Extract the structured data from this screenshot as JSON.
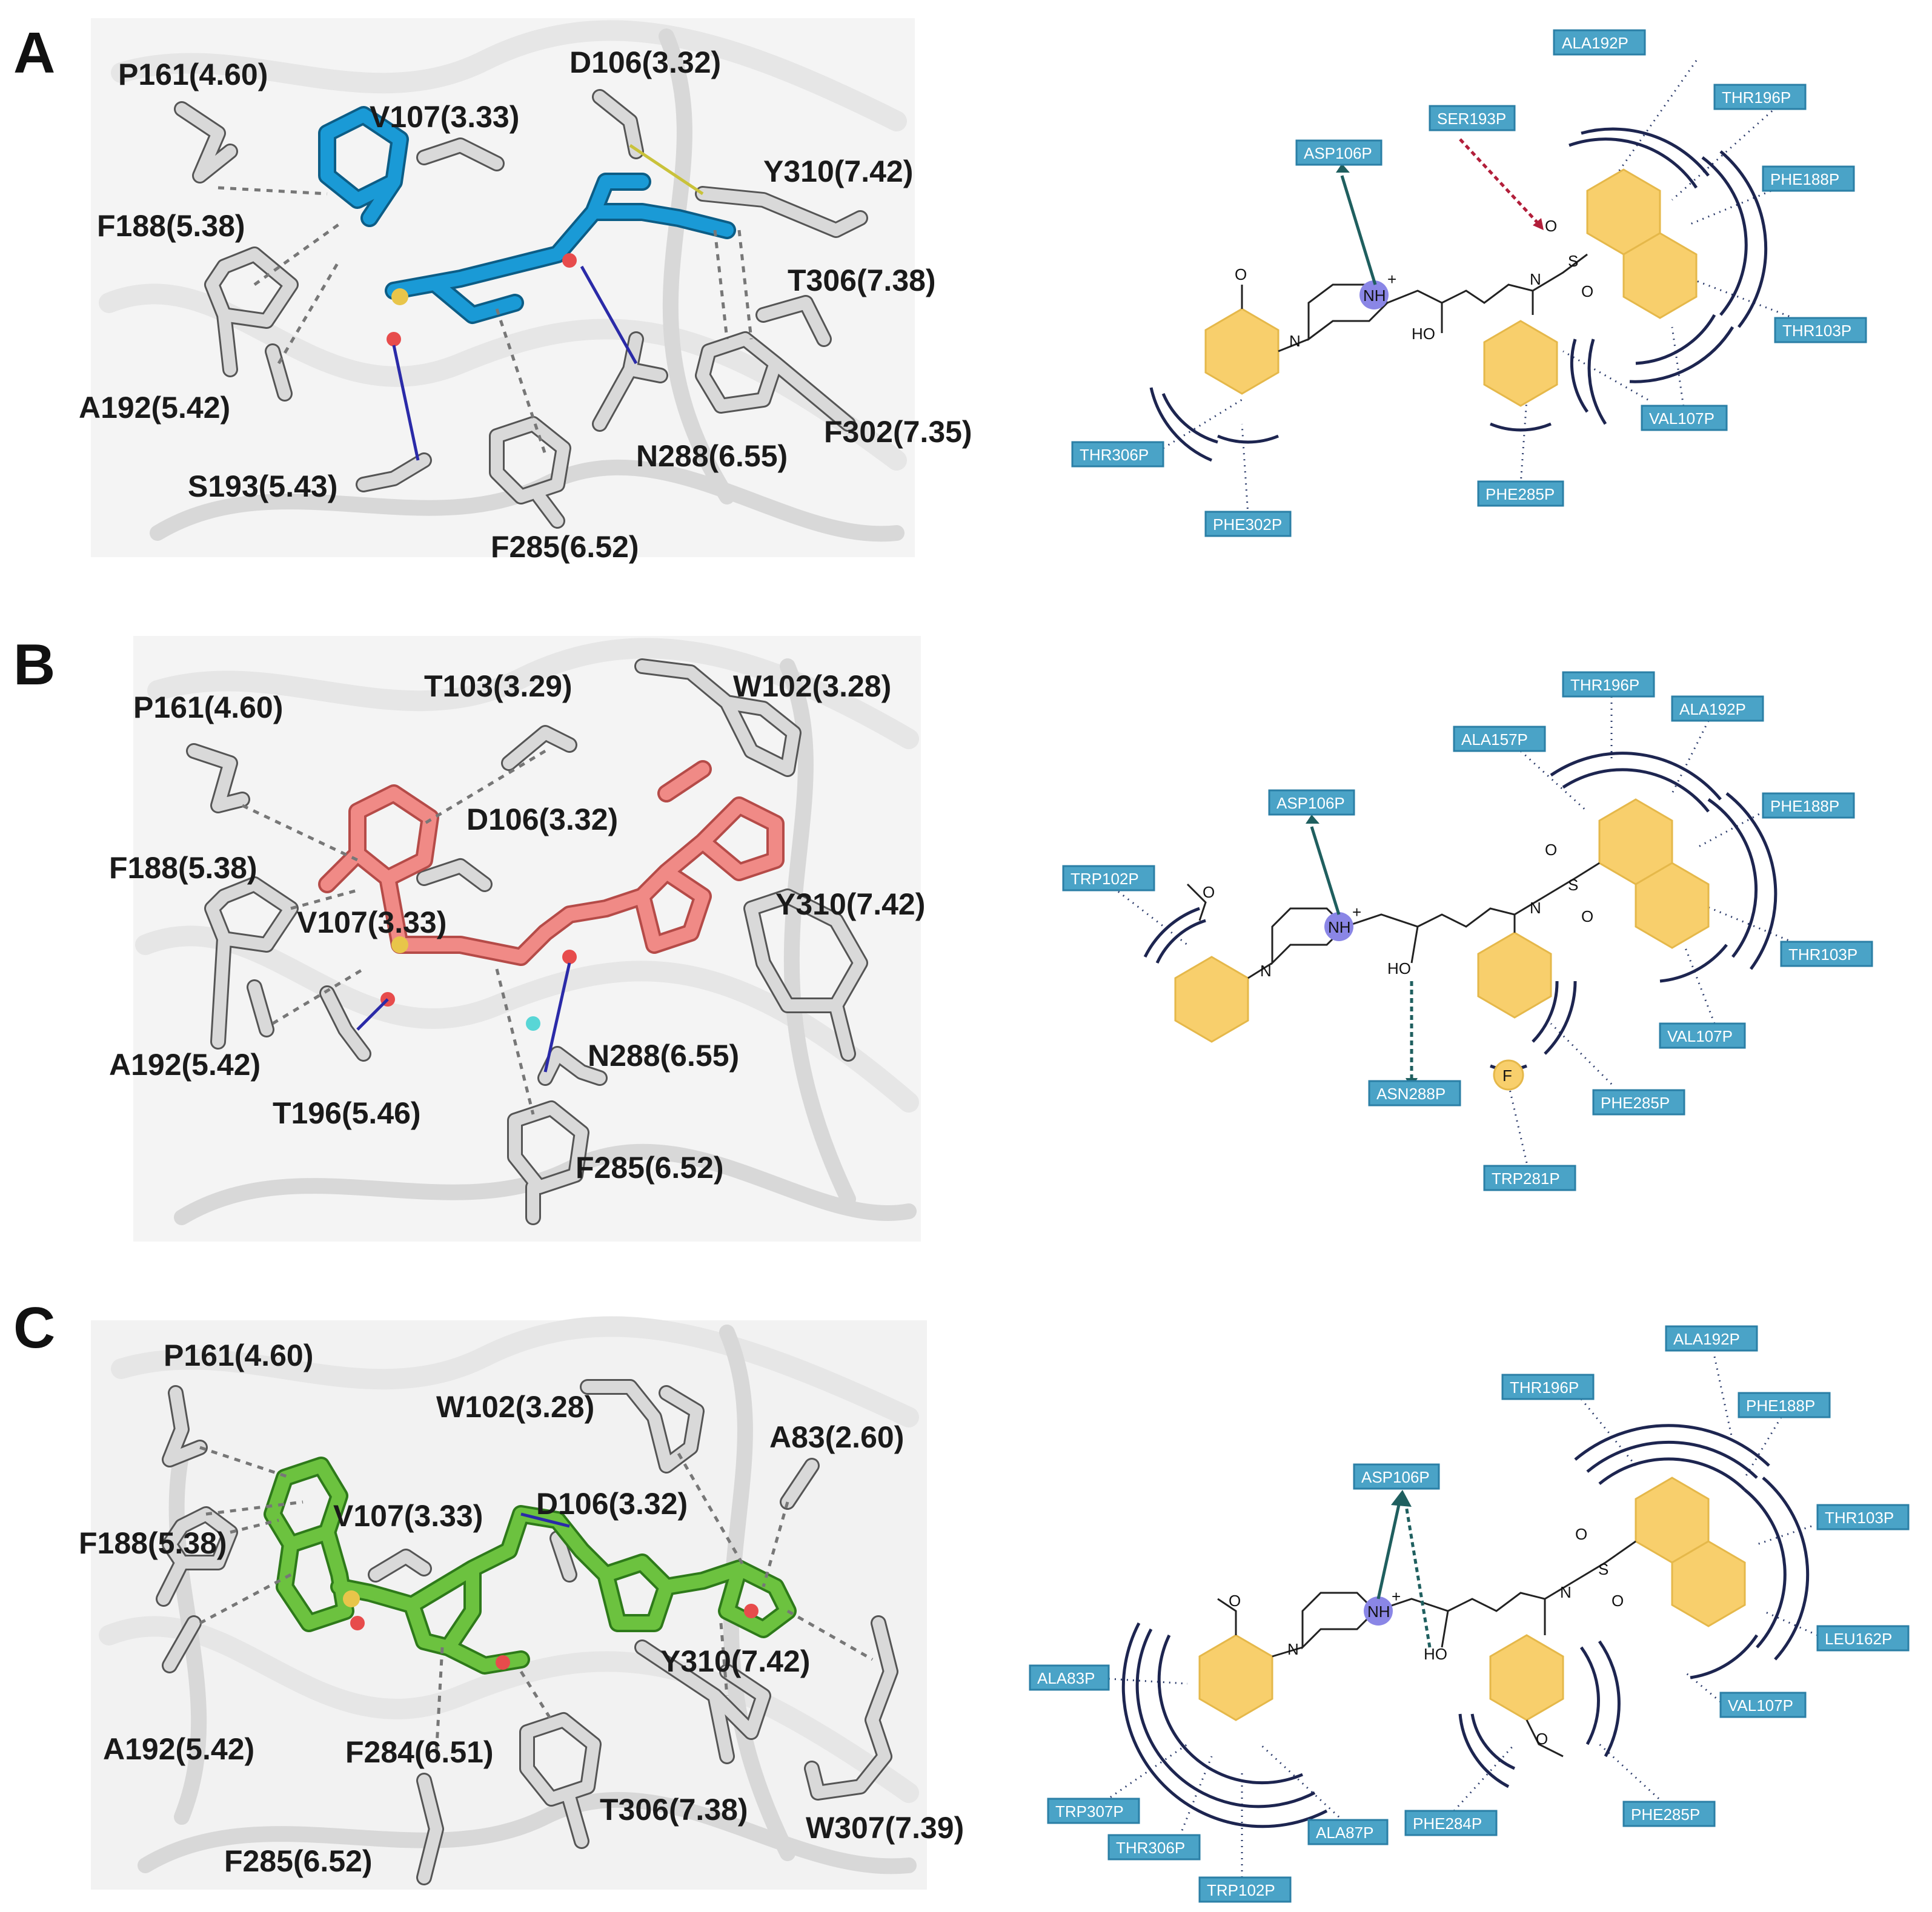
{
  "panels": [
    {
      "letter": "A",
      "residues_3d": [
        "P161(4.60)",
        "V107(3.33)",
        "D106(3.32)",
        "Y310(7.42)",
        "F188(5.38)",
        "T306(7.38)",
        "A192(5.42)",
        "S193(5.43)",
        "N288(6.55)",
        "F302(7.35)",
        "F285(6.52)"
      ],
      "tags_2d": [
        "ALA192P",
        "SER193P",
        "THR196P",
        "ASP106P",
        "PHE188P",
        "THR103P",
        "VAL107P",
        "THR306P",
        "PHE285P",
        "PHE302P"
      ],
      "atoms": [
        "O",
        "N",
        "NH",
        "+",
        "HO",
        "N",
        "S",
        "O",
        "O"
      ],
      "colors": {
        "ligand": "#1a9ad6"
      }
    },
    {
      "letter": "B",
      "residues_3d": [
        "P161(4.60)",
        "T103(3.29)",
        "W102(3.28)",
        "D106(3.32)",
        "F188(5.38)",
        "Y310(7.42)",
        "V107(3.33)",
        "A192(5.42)",
        "N288(6.55)",
        "T196(5.46)",
        "F285(6.52)"
      ],
      "tags_2d": [
        "THR196P",
        "ALA192P",
        "ALA157P",
        "PHE188P",
        "ASP106P",
        "TRP102P",
        "THR103P",
        "VAL107P",
        "ASN288P",
        "PHE285P",
        "TRP281P"
      ],
      "atoms": [
        "O",
        "N",
        "NH",
        "+",
        "HO",
        "N",
        "S",
        "O",
        "O",
        "F"
      ],
      "colors": {
        "ligand": "#f08a86"
      }
    },
    {
      "letter": "C",
      "residues_3d": [
        "P161(4.60)",
        "W102(3.28)",
        "A83(2.60)",
        "V107(3.33)",
        "D106(3.32)",
        "F188(5.38)",
        "Y310(7.42)",
        "A192(5.42)",
        "F284(6.51)",
        "T306(7.38)",
        "W307(7.39)",
        "F285(6.52)"
      ],
      "tags_2d": [
        "ALA192P",
        "THR196P",
        "PHE188P",
        "ASP106P",
        "THR103P",
        "LEU162P",
        "ALA83P",
        "VAL107P",
        "TRP307P",
        "ALA87P",
        "PHE284P",
        "PHE285P",
        "THR306P",
        "TRP102P"
      ],
      "atoms": [
        "O",
        "N",
        "NH",
        "+",
        "HO",
        "N",
        "S",
        "O",
        "O",
        "O"
      ],
      "colors": {
        "ligand": "#6cc23f"
      }
    }
  ],
  "style": {
    "tag_fill": "#4aa3c7",
    "ring_highlight": "#f8cf6c",
    "charge_fill": "#8a86e6"
  }
}
